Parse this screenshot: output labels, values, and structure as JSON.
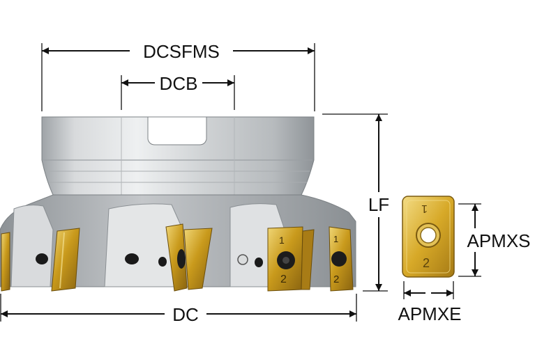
{
  "labels": {
    "dcsfms": "DCSFMS",
    "dcb": "DCB",
    "lf": "LF",
    "dc": "DC",
    "apmxs": "APMXS",
    "apmxe": "APMXE"
  },
  "insert_markings": {
    "top_number": "1",
    "bottom_number": "2"
  },
  "colors": {
    "body_steel": "#c9ccce",
    "insert_gold": "#c99a1c",
    "line": "#111111"
  },
  "icons": [
    "milling-cutter-body-icon",
    "indexable-insert-icon",
    "dimension-arrow-icon"
  ]
}
